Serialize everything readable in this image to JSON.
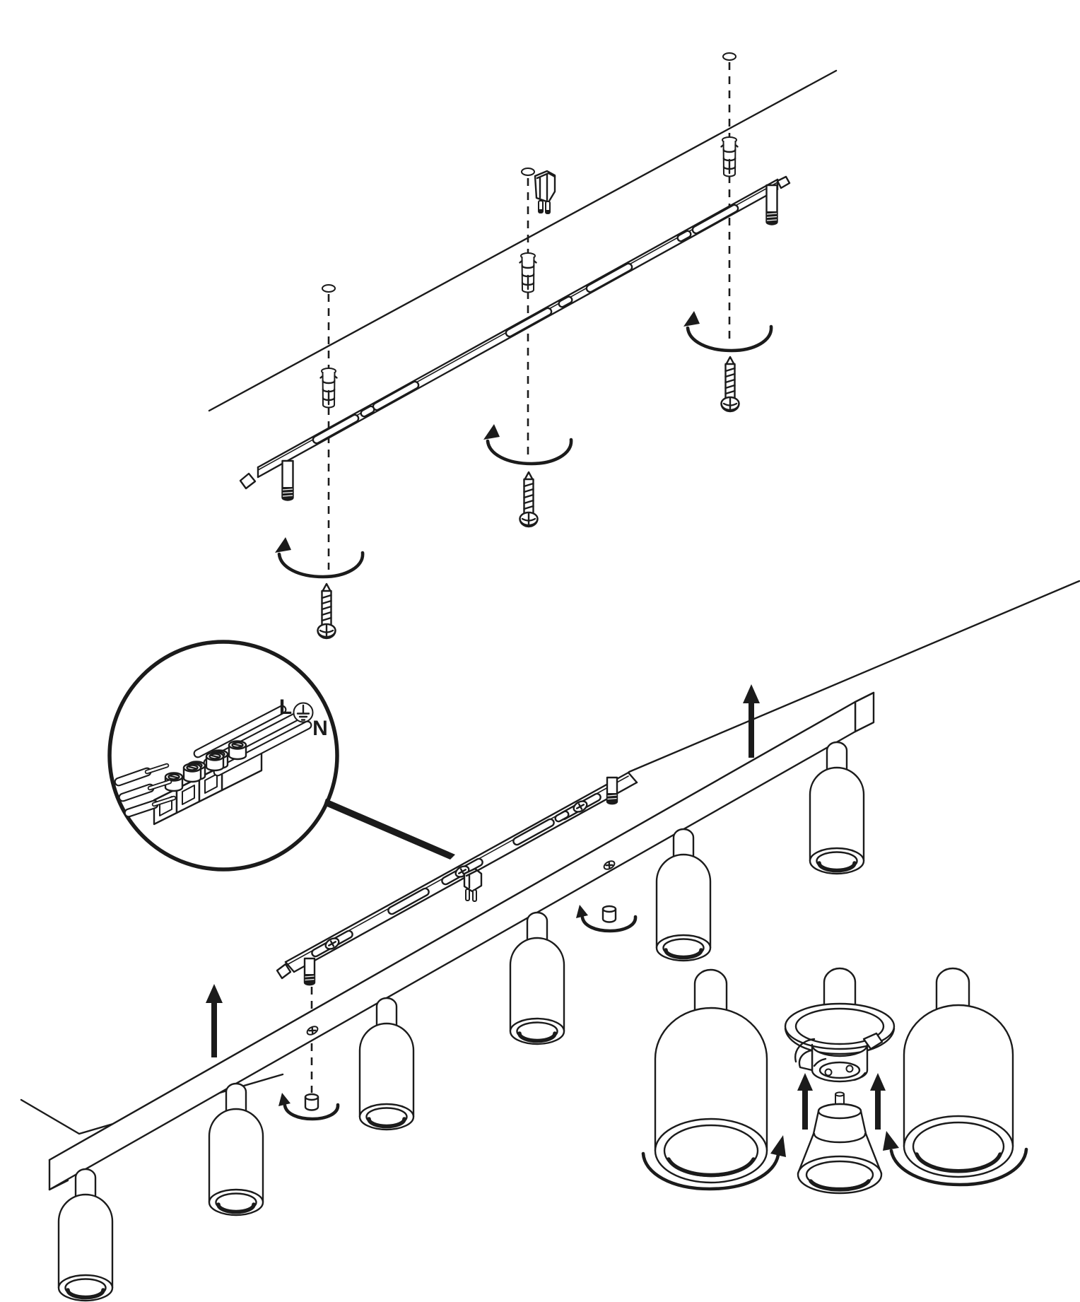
{
  "page": {
    "background": "#ffffff",
    "ink": "#1b1b1b"
  },
  "wiring_detail": {
    "live_label": "L",
    "neutral_label": "N",
    "earth_icon": "protective-earth-icon"
  },
  "steps": {
    "step1": {
      "name": "drill-ceiling-insert-plugs-screw-mounting-rail",
      "icons": [
        "ceiling-hole-icon",
        "wall-plug-icon",
        "mounting-rail-icon",
        "tapping-screw-icon",
        "rotation-arrow-icon",
        "threaded-stud-icon",
        "cable-clamp-icon"
      ]
    },
    "step2": {
      "name": "connect-mains-wires-and-lift-fixture-bar",
      "icons": [
        "magnifier-circle-icon",
        "terminal-block-icon",
        "supply-wires-icon",
        "fixture-bar-icon",
        "spotlight-icon",
        "cap-nut-icon",
        "up-arrow-icon"
      ]
    },
    "step3": {
      "name": "insert-gu10-bulb-and-screw-on-shade",
      "icons": [
        "shade-cylinder-icon",
        "canopy-icon",
        "gu10-socket-icon",
        "gu10-bulb-icon",
        "up-arrow-icon",
        "rotation-arrow-icon"
      ]
    }
  }
}
